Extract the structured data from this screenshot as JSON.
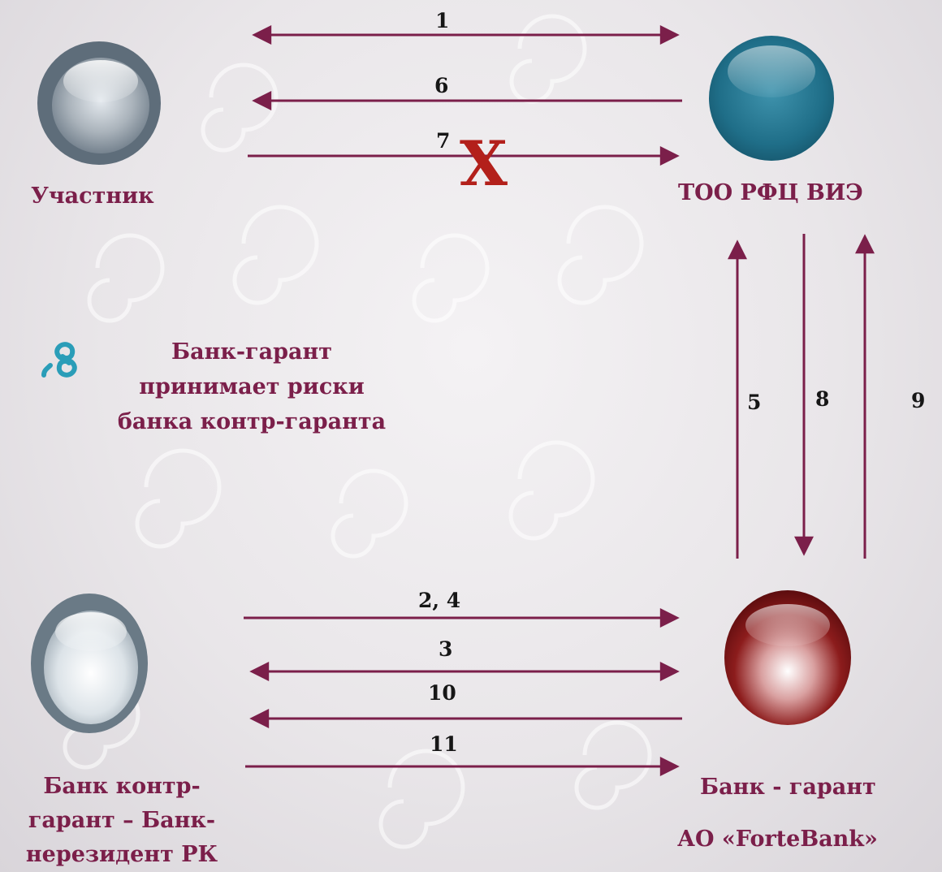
{
  "nodes": {
    "participant": {
      "label": "Участник",
      "color": "#5f6f7d"
    },
    "rfc": {
      "label": "ТОО РФЦ ВИЭ",
      "color": "#1f6b84"
    },
    "counter_guarantor": {
      "label_lines": [
        "Банк контр-",
        "гарант – Банк-",
        "нерезидент РК"
      ],
      "color": "#6e7e8a"
    },
    "guarantor": {
      "label_line1": "Банк - гарант",
      "label_line2": "АО «ForteBank»",
      "color": "#7a1418"
    }
  },
  "arrows": {
    "a1": "1",
    "a6": "6",
    "a7": "7",
    "a5": "5",
    "a8": "8",
    "a9": "9",
    "a24": "2, 4",
    "a3": "3",
    "a10": "10",
    "a11": "11"
  },
  "cancel_mark": "X",
  "note": {
    "lines": [
      "Банк-гарант",
      "принимает риски",
      "банка контр-гаранта"
    ],
    "icon": "swirl-icon",
    "icon_color": "#2a9db8"
  },
  "colors": {
    "arrow": "#7b1f4a",
    "label": "#7b1f4a",
    "cross": "#b3201b"
  }
}
